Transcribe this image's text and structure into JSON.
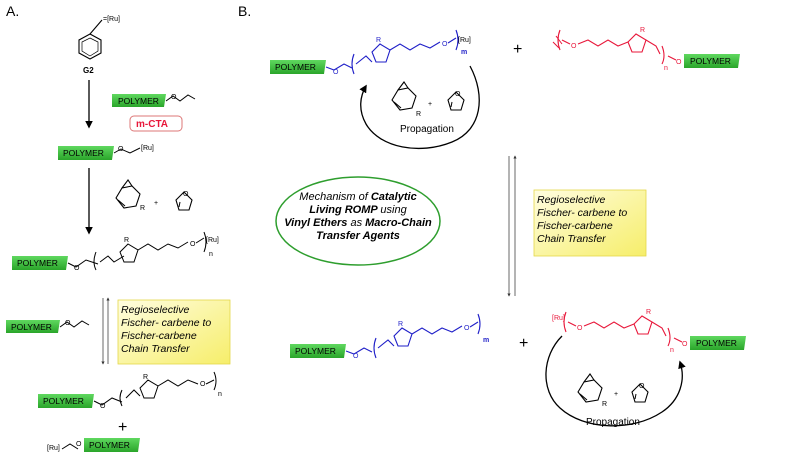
{
  "panels": {
    "a_label": "A.",
    "b_label": "B."
  },
  "panel_a": {
    "catalyst_label": "G2",
    "ru_tag": "=[Ru]",
    "ru_end": "[Ru]",
    "polymer": "POLYMER",
    "mcta_label": "m-CTA",
    "subscript_n": "n",
    "plus": "+",
    "plus_small": "+",
    "r_group": "R",
    "chain_transfer": [
      "Regioselective",
      "Fischer- carbene to",
      "Fischer-carbene",
      "Chain Transfer"
    ]
  },
  "panel_b": {
    "polymer": "POLYMER",
    "ru_end": "[Ru]",
    "subscript_m": "m",
    "subscript_n": "n",
    "plus": "+",
    "plus_small": "+",
    "r_group": "R",
    "propagation": "Propagation",
    "mechanism": [
      [
        {
          "t": "Mechanism of ",
          "b": false
        },
        {
          "t": "Catalytic",
          "b": true
        }
      ],
      [
        {
          "t": "Living ROMP ",
          "b": true
        },
        {
          "t": "using",
          "b": false
        }
      ],
      [
        {
          "t": "Vinyl Ethers ",
          "b": true
        },
        {
          "t": "as ",
          "b": false
        },
        {
          "t": "Macro-Chain",
          "b": true
        }
      ],
      [
        {
          "t": "Transfer Agents",
          "b": true
        }
      ]
    ],
    "chain_transfer": [
      "Regioselective",
      "Fischer- carbene to",
      "Fischer-carbene",
      "Chain Transfer"
    ]
  },
  "colors": {
    "polymer_tag": "#3fbf3f",
    "mcta": "#e8173a",
    "blue_chain": "#1f1fc8",
    "red_chain": "#e8173a",
    "ellipse": "#2e9e2e",
    "yellow_box": "#fbf59a"
  }
}
